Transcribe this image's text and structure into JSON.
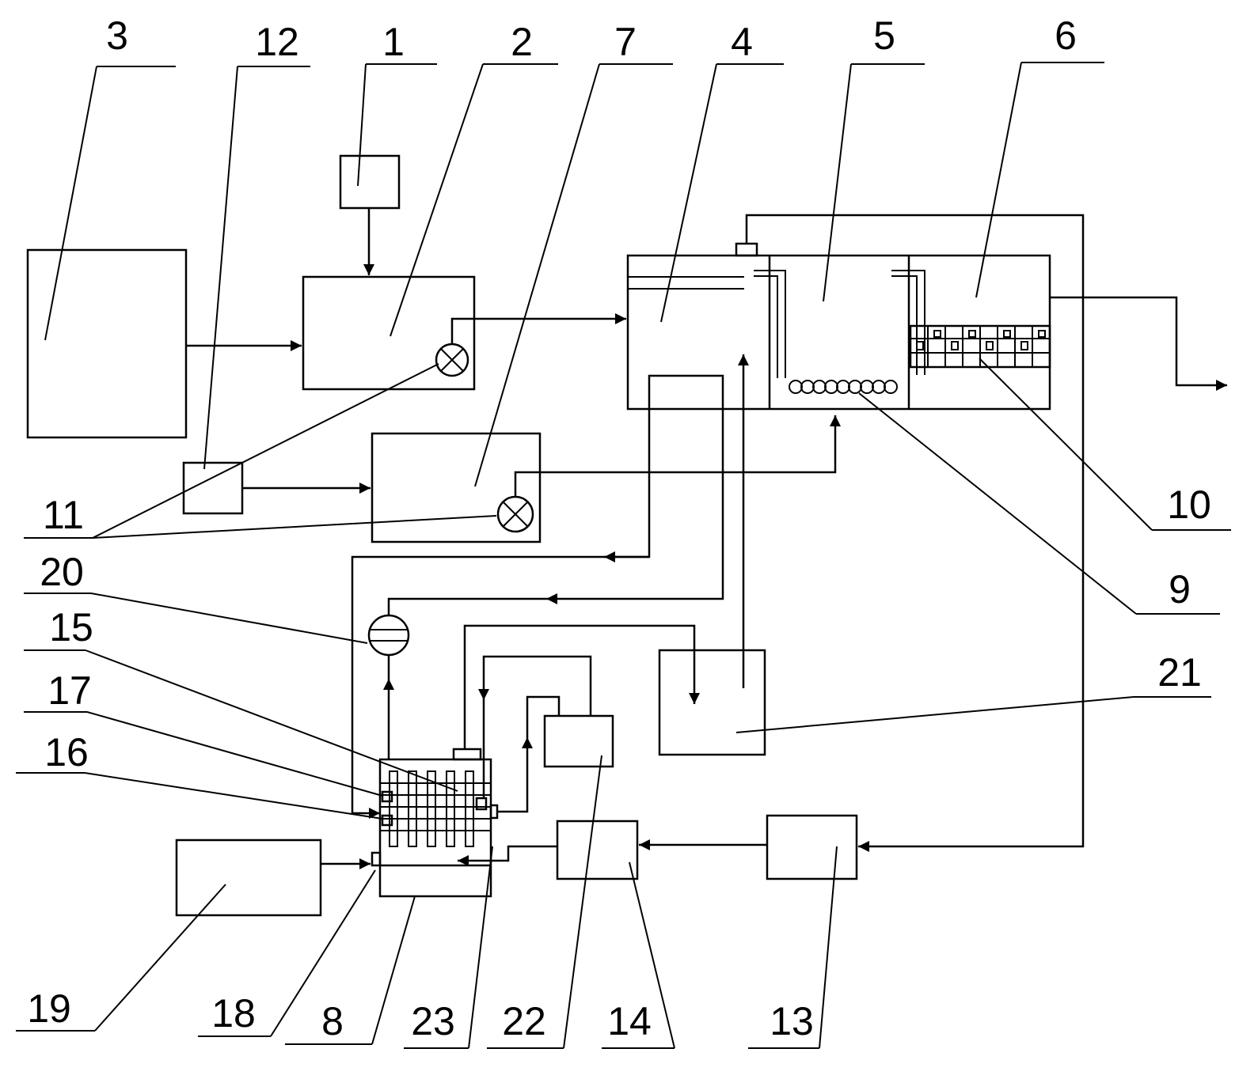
{
  "figure": {
    "type": "schematic-diagram",
    "background": "#ffffff",
    "line_color": "#000000"
  },
  "labels": {
    "l1": "1",
    "l2": "2",
    "l3": "3",
    "l4": "4",
    "l5": "5",
    "l6": "6",
    "l7": "7",
    "l8": "8",
    "l9": "9",
    "l10": "10",
    "l11": "11",
    "l12": "12",
    "l13": "13",
    "l14": "14",
    "l15": "15",
    "l16": "16",
    "l17": "17",
    "l18": "18",
    "l19": "19",
    "l20": "20",
    "l21": "21",
    "l22": "22",
    "l23": "23"
  },
  "icons": [
    "valve-icon",
    "pump-icon",
    "arrow-icon"
  ]
}
